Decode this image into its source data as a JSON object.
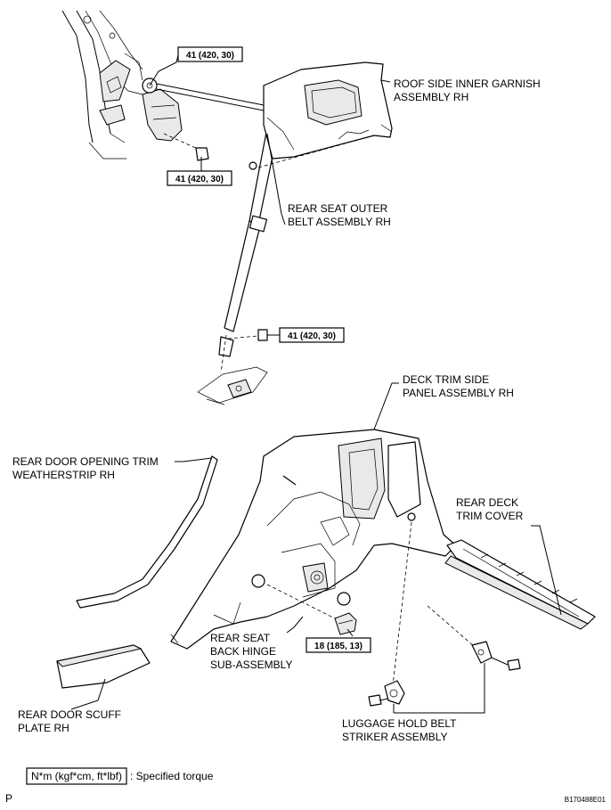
{
  "labels": {
    "roof_garnish": [
      "ROOF SIDE INNER GARNISH",
      "ASSEMBLY RH"
    ],
    "outer_belt": [
      "REAR SEAT OUTER",
      "BELT ASSEMBLY RH"
    ],
    "deck_trim_side": [
      "DECK TRIM SIDE",
      "PANEL ASSEMBLY RH"
    ],
    "door_weatherstrip": [
      "REAR DOOR OPENING TRIM",
      "WEATHERSTRIP RH"
    ],
    "deck_trim_cover": [
      "REAR DECK",
      "TRIM COVER"
    ],
    "seat_hinge": [
      "REAR SEAT",
      "BACK HINGE",
      "SUB-ASSEMBLY"
    ],
    "scuff_plate": [
      "REAR DOOR SCUFF",
      "PLATE RH"
    ],
    "luggage_striker": [
      "LUGGAGE HOLD BELT",
      "STRIKER ASSEMBLY"
    ]
  },
  "torques": {
    "t1": "41 (420, 30)",
    "t2": "41 (420, 30)",
    "t3": "41 (420, 30)",
    "t4": "18 (185, 13)"
  },
  "legend": {
    "unit": "N*m (kgf*cm, ft*lbf)",
    "text": ": Specified torque"
  },
  "corner": {
    "left": "P",
    "right": "B170488E01"
  }
}
